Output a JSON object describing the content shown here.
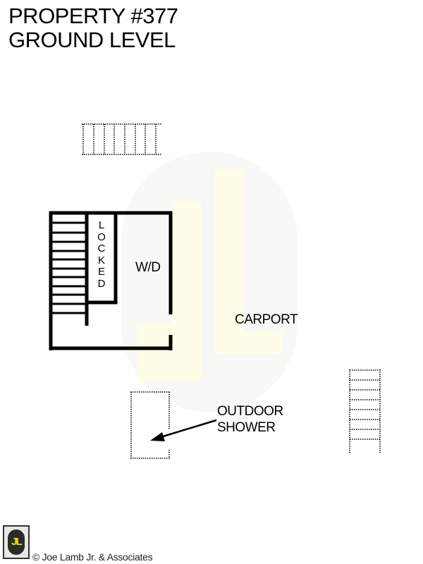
{
  "header": {
    "title_line1": "PROPERTY #377",
    "title_line2": "GROUND LEVEL"
  },
  "floorplan": {
    "rooms": {
      "locked_label": [
        "L",
        "O",
        "C",
        "K",
        "E",
        "D"
      ],
      "washer_dryer_label": "W/D",
      "carport_label": "CARPORT"
    },
    "outdoor_shower": {
      "label_line1": "OUTDOOR",
      "label_line2": "SHOWER"
    },
    "stairs": {
      "interior_steps": 11,
      "top_exterior_steps": 7,
      "right_exterior_steps": 8
    },
    "watermark": {
      "text": "JL",
      "color": "#fffde6"
    }
  },
  "footer": {
    "logo_text": "JL",
    "copyright": "© Joe Lamb Jr. & Associates"
  },
  "colors": {
    "wall": "#000000",
    "dotted": "#000000",
    "logo_yellow": "#f2e000",
    "logo_dark": "#2b2b2b"
  }
}
